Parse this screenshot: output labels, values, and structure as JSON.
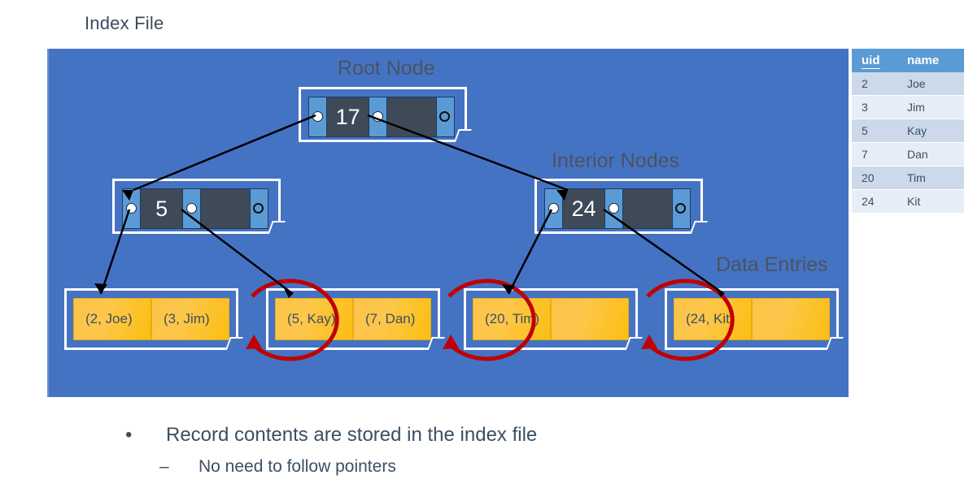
{
  "slide": {
    "title": "Index File"
  },
  "captions": {
    "root": "Root Node",
    "interior": "Interior Nodes",
    "data": "Data Entries"
  },
  "tree": {
    "root": {
      "name": "root-node",
      "keys": [
        "17",
        ""
      ],
      "pointers": [
        "filled",
        "filled",
        "hollow"
      ]
    },
    "interior": [
      {
        "name": "interior-node-left",
        "keys": [
          "5",
          ""
        ],
        "pointers": [
          "filled",
          "filled",
          "hollow"
        ]
      },
      {
        "name": "interior-node-right",
        "keys": [
          "24",
          ""
        ],
        "pointers": [
          "filled",
          "filled",
          "hollow"
        ]
      }
    ],
    "leaves": [
      {
        "name": "leaf-node-1",
        "entries": [
          "(2, Joe)",
          "(3, Jim)"
        ]
      },
      {
        "name": "leaf-node-2",
        "entries": [
          "(5, Kay)",
          "(7, Dan)"
        ]
      },
      {
        "name": "leaf-node-3",
        "entries": [
          "(20, Tim)",
          ""
        ]
      },
      {
        "name": "leaf-node-4",
        "entries": [
          "(24, Kit)",
          ""
        ]
      }
    ]
  },
  "table": {
    "headers": [
      "uid",
      "name"
    ],
    "rows": [
      [
        "2",
        "Joe"
      ],
      [
        "3",
        "Jim"
      ],
      [
        "5",
        "Kay"
      ],
      [
        "7",
        "Dan"
      ],
      [
        "20",
        "Tim"
      ],
      [
        "24",
        "Kit"
      ]
    ]
  },
  "bullets": {
    "level1_mark": "•",
    "level1": "Record contents are stored in the index file",
    "level2_mark": "–",
    "level2": "No need to follow pointers"
  },
  "colors": {
    "canvas_blue": "#4573c4",
    "pointer_blue": "#5b9bd5",
    "key_slate": "#3f4a59",
    "leaf_amber": "#fdc334",
    "sibling_red": "#c00000",
    "text_slate": "#3d4f63"
  }
}
